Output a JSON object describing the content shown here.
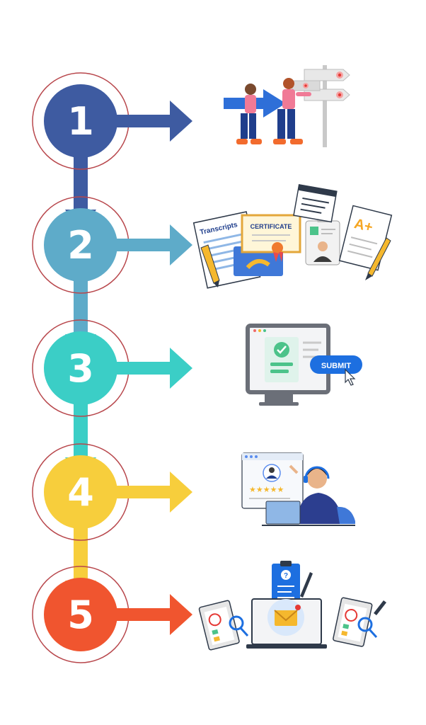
{
  "steps": [
    {
      "number": "1",
      "color": "#3E5BA1",
      "illustration": "directions-signpost-team-illustration"
    },
    {
      "number": "2",
      "color": "#5EABC9",
      "illustration": "documents-certificate-illustration"
    },
    {
      "number": "3",
      "color": "#3BCEC6",
      "illustration": "computer-submit-illustration"
    },
    {
      "number": "4",
      "color": "#F7CE3C",
      "illustration": "online-interview-illustration"
    },
    {
      "number": "5",
      "color": "#F0552F",
      "illustration": "results-email-illustration"
    }
  ],
  "ring_color": "#B8474C",
  "labels": {
    "transcripts": "Transcripts",
    "certificate": "CERTIFICATE",
    "grade": "A+",
    "submit": "SUBMIT",
    "question": "?"
  }
}
